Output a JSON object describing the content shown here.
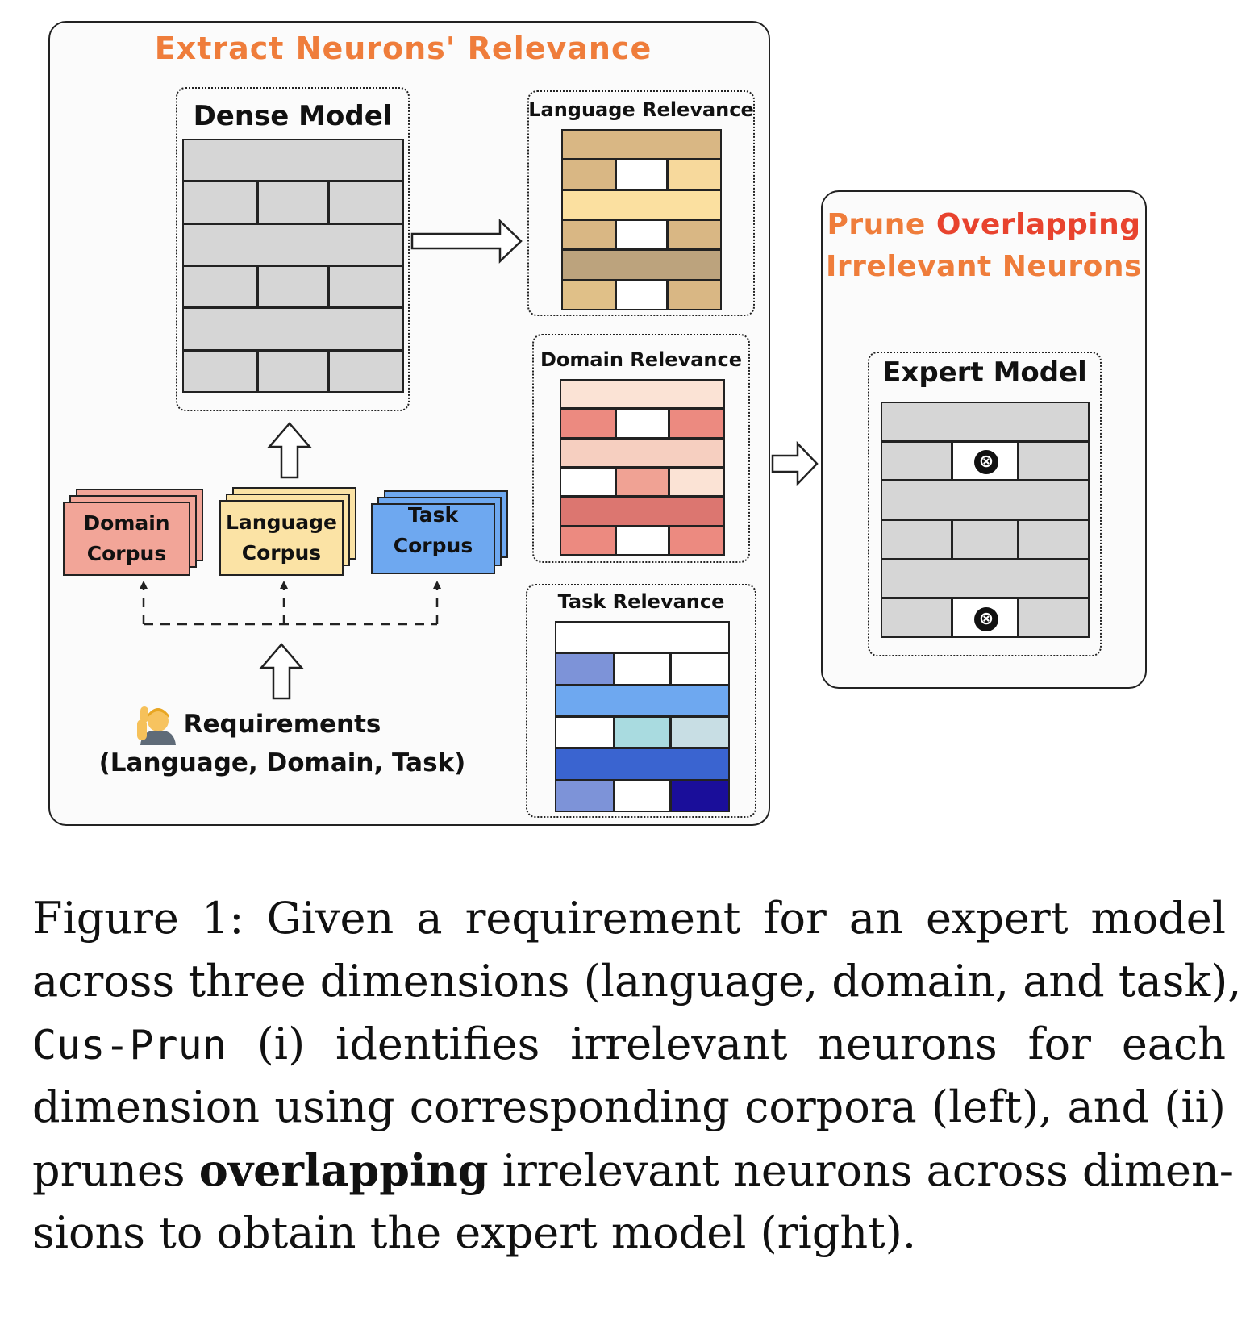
{
  "left_panel": {
    "title": "Extract Neurons' Relevance"
  },
  "dense_model": {
    "title": "Dense Model"
  },
  "language_relevance": {
    "title": "Language Relevance"
  },
  "domain_relevance": {
    "title": "Domain Relevance"
  },
  "task_relevance": {
    "title": "Task Relevance"
  },
  "corpora": {
    "domain": {
      "line1": "Domain",
      "line2": "Corpus",
      "color": "#f2a598"
    },
    "language": {
      "line1": "Language",
      "line2": "Corpus",
      "color": "#fbe3a5"
    },
    "task": {
      "line1": "Task",
      "line2": "Corpus",
      "color": "#6ea8f0"
    }
  },
  "requirements": {
    "line1": "Requirements",
    "line2": "(Language, Domain, Task)",
    "icon": "person-raising-hand-icon"
  },
  "right_panel": {
    "title_part1": "Prune",
    "title_part2": "Overlapping",
    "title_line2": "Irrelevant Neurons"
  },
  "expert_model": {
    "title": "Expert Model",
    "pruned_marker": "⊗"
  },
  "colors": {
    "orange": "#ef7d3b",
    "red": "#e8432e",
    "neuron_gray": "#d6d6d6"
  },
  "caption": {
    "l1_a": "Figure 1:  Given a requirement for an expert model",
    "l2": "across three dimensions (language, domain, and task),",
    "l3_code": "Cus-Prun",
    "l3_rest": " (i) identifies irrelevant neurons for each",
    "l4": "dimension using corresponding corpora (left), and (ii)",
    "l5_a": "prunes ",
    "l5_bold": "overlapping",
    "l5_c": " irrelevant neurons across dimen-",
    "l6": "sions to obtain the expert model (right)."
  }
}
